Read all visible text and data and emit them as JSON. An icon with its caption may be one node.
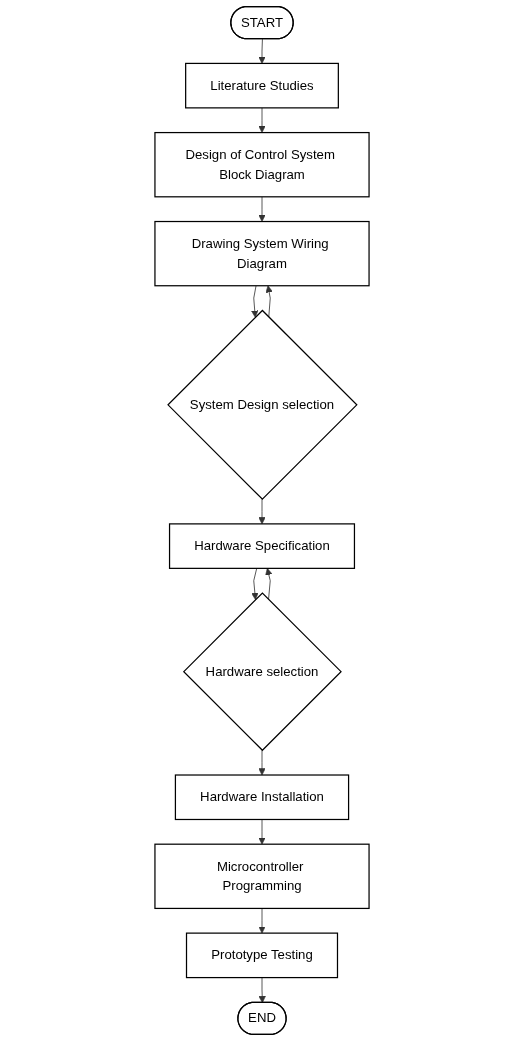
{
  "diagram": {
    "nodes": [
      {
        "text": [
          "START"
        ]
      },
      {
        "text": [
          "Literature Studies"
        ]
      },
      {
        "text": [
          "Design of Control System Block Diagram"
        ]
      },
      {
        "text": [
          "Drawing System Wiring Diagram"
        ]
      },
      {
        "text": [
          "System Design selection"
        ]
      },
      {
        "text": [
          "Hardware Specification"
        ]
      },
      {
        "text": [
          "Hardware selection"
        ]
      },
      {
        "text": [
          "Hardware Installation"
        ]
      },
      {
        "text": [
          "Microcontroller Programming"
        ]
      },
      {
        "text": [
          "Prototype Testing"
        ]
      },
      {
        "text": [
          "END"
        ]
      }
    ],
    "edges": [
      {
        "from": 0,
        "to": 1,
        "arrow": "to"
      },
      {
        "from": 1,
        "to": 2,
        "arrow": "to"
      },
      {
        "from": 2,
        "to": 3,
        "arrow": "to"
      },
      {
        "from": 3,
        "to": 4,
        "arrow": "to"
      },
      {
        "from": 4,
        "to": 5,
        "arrow": "to"
      },
      {
        "from": 4,
        "to": 3,
        "arrow": "to"
      },
      {
        "from": 5,
        "to": 6,
        "arrow": "to"
      },
      {
        "from": 6,
        "to": 7,
        "arrow": "to"
      },
      {
        "from": 6,
        "to": 5,
        "arrow": "to"
      },
      {
        "from": 7,
        "to": 8,
        "arrow": "to"
      },
      {
        "from": 8,
        "to": 9,
        "arrow": "to"
      },
      {
        "from": 9,
        "to": 10,
        "arrow": "to"
      }
    ]
  }
}
